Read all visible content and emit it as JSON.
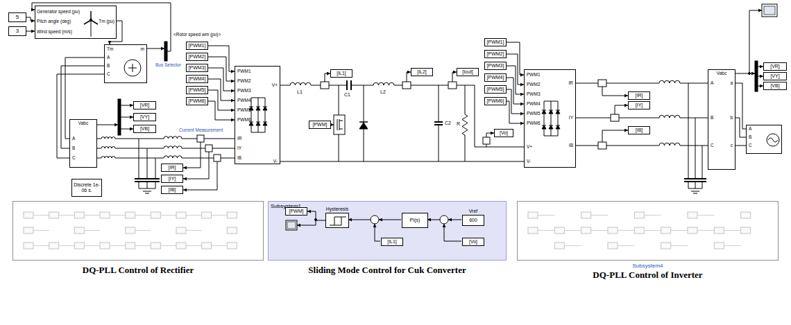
{
  "diagram": {
    "nodes": [
      {
        "text": [
          "5"
        ]
      },
      {
        "text": [
          "3"
        ]
      },
      {
        "text": [
          "Generator speed (pu)",
          "Pitch angle (deg)",
          "Wind speed (m/s)",
          "Tm (pu)"
        ]
      },
      {
        "text": [
          "Tm",
          "m",
          "A",
          "B",
          "C"
        ]
      },
      {
        "text": [
          "PWM1",
          "PWM2",
          "PWM3",
          "PWM4",
          "PWM5",
          "PWM6",
          "V+",
          "V-",
          "IR",
          "IY",
          "IB"
        ]
      },
      {
        "text": [
          "PWM1",
          "PWM2",
          "PWM3",
          "PWM4",
          "PWM5",
          "PWM6",
          "V+",
          "V-",
          "IR",
          "IY",
          "IB"
        ]
      },
      {
        "text": [
          "[PWM1]"
        ]
      },
      {
        "text": [
          "[PWM2]"
        ]
      },
      {
        "text": [
          "[PWM3]"
        ]
      },
      {
        "text": [
          "[PWM4]"
        ]
      },
      {
        "text": [
          "[PWM5]"
        ]
      },
      {
        "text": [
          "[PWM6]"
        ]
      },
      {
        "text": [
          "[PWM1]"
        ]
      },
      {
        "text": [
          "[PWM2]"
        ]
      },
      {
        "text": [
          "[PWM3]"
        ]
      },
      {
        "text": [
          "[PWM4]"
        ]
      },
      {
        "text": [
          "[PWM5]"
        ]
      },
      {
        "text": [
          "[PWM6]"
        ]
      },
      {
        "text": [
          "Vabc",
          "A",
          "B",
          "C"
        ]
      },
      {
        "text": [
          "[VR]"
        ]
      },
      {
        "text": [
          "[VY]"
        ]
      },
      {
        "text": [
          "[VB]"
        ]
      },
      {
        "text": [
          "[IR]"
        ]
      },
      {
        "text": [
          "[IY]"
        ]
      },
      {
        "text": [
          "[IB]"
        ]
      },
      {
        "text": [
          "Discrete 1e-06 s."
        ]
      },
      {
        "text": [
          "[IL1]"
        ]
      },
      {
        "text": [
          "[IL2]"
        ]
      },
      {
        "text": [
          "[Iout]"
        ]
      },
      {
        "text": [
          "[Vo]"
        ]
      },
      {
        "text": [
          "[PWM]"
        ]
      },
      {
        "text": [
          "[IR]"
        ]
      },
      {
        "text": [
          "[IY]"
        ]
      },
      {
        "text": [
          "[IB]"
        ]
      },
      {
        "text": [
          "Vabc",
          "A",
          "B",
          "C",
          "a",
          "b",
          "c"
        ]
      },
      {
        "text": [
          "A",
          "B",
          "C"
        ]
      },
      {
        "text": [
          "[VR]"
        ]
      },
      {
        "text": [
          "[VY]"
        ]
      },
      {
        "text": [
          "[VB]"
        ]
      },
      {
        "text": [
          "DQ-PLL Control of Rectifier"
        ]
      },
      {
        "text": [
          "Subsystem1",
          "Sliding Mode Control for Cuk Converter"
        ]
      },
      {
        "text": [
          "[PWM]"
        ],
        "in": 40
      },
      {
        "text": [
          "Hysteresis"
        ],
        "in": 40
      },
      {
        "text": [
          "PI(s)"
        ],
        "in": 40
      },
      {
        "text": [
          "[IL1]"
        ],
        "in": 40
      },
      {
        "text": [
          "Vref",
          "600"
        ],
        "in": 40
      },
      {
        "text": [
          "[Vo]"
        ],
        "in": 40
      },
      {
        "text": [
          "Subsystem4",
          "DQ-PLL Control of Inverter"
        ]
      }
    ],
    "edges": [
      {
        "from": 0,
        "to": 2,
        "arrow": "to"
      },
      {
        "from": 1,
        "to": 2,
        "arrow": "to"
      },
      {
        "from": 2,
        "to": 3,
        "arrow": "to"
      },
      {
        "from": 6,
        "to": 4,
        "arrow": "to"
      },
      {
        "from": 7,
        "to": 4,
        "arrow": "to"
      },
      {
        "from": 8,
        "to": 4,
        "arrow": "to"
      },
      {
        "from": 9,
        "to": 4,
        "arrow": "to"
      },
      {
        "from": 10,
        "to": 4,
        "arrow": "to"
      },
      {
        "from": 11,
        "to": 4,
        "arrow": "to"
      },
      {
        "from": 12,
        "to": 5,
        "arrow": "to"
      },
      {
        "from": 13,
        "to": 5,
        "arrow": "to"
      },
      {
        "from": 14,
        "to": 5,
        "arrow": "to"
      },
      {
        "from": 15,
        "to": 5,
        "arrow": "to"
      },
      {
        "from": 16,
        "to": 5,
        "arrow": "to"
      },
      {
        "from": 17,
        "to": 5,
        "arrow": "to"
      },
      {
        "from": 42,
        "to": 41,
        "arrow": "to"
      }
    ],
    "labels": [
      "Bus Selector",
      "<Rotor speed wm (pu)>",
      "Current Measurement",
      "L1",
      "C1",
      "L2",
      "C2",
      "R"
    ]
  }
}
